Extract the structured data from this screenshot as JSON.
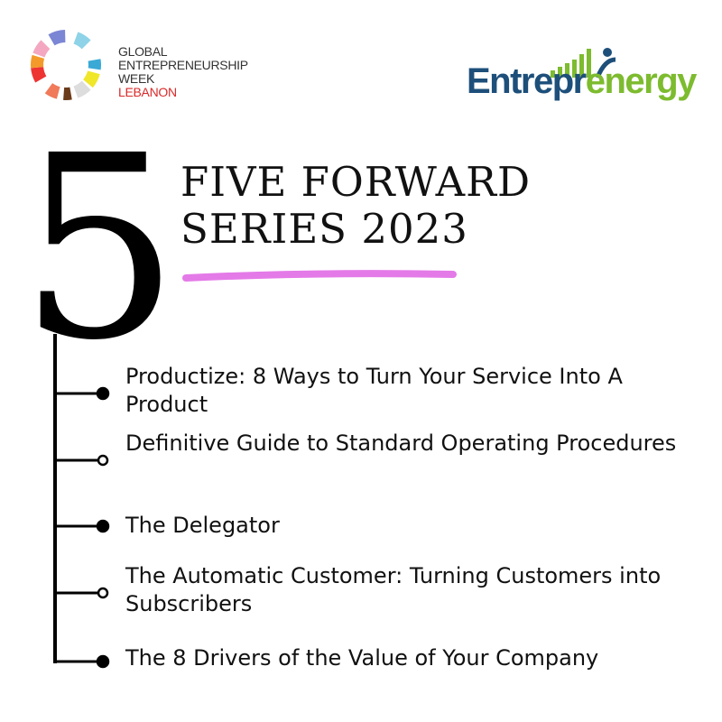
{
  "logos": {
    "gew": {
      "line1": "GLOBAL",
      "line2": "ENTREPRENEURSHIP",
      "line3": "WEEK",
      "line4": "LEBANON"
    },
    "entreprenergy": {
      "part1": "Entrepr",
      "part2": "e",
      "part3": "nergy"
    }
  },
  "header": {
    "numeral": "5",
    "title_line1": "FIVE FORWARD",
    "title_line2": "SERIES 2023"
  },
  "colors": {
    "underline": "#e47ae8",
    "blue": "#1d4f7a",
    "green": "#7dbb2f"
  },
  "items": [
    {
      "text": "Productize: 8 Ways to Turn Your Service Into A Product",
      "marker": "filled"
    },
    {
      "text": "Definitive Guide to Standard Operating Procedures",
      "marker": "hollow"
    },
    {
      "text": "The Delegator",
      "marker": "filled"
    },
    {
      "text": "The Automatic Customer: Turning Customers into Subscribers",
      "marker": "hollow"
    },
    {
      "text": "The 8 Drivers of the Value of Your Company",
      "marker": "filled"
    }
  ]
}
